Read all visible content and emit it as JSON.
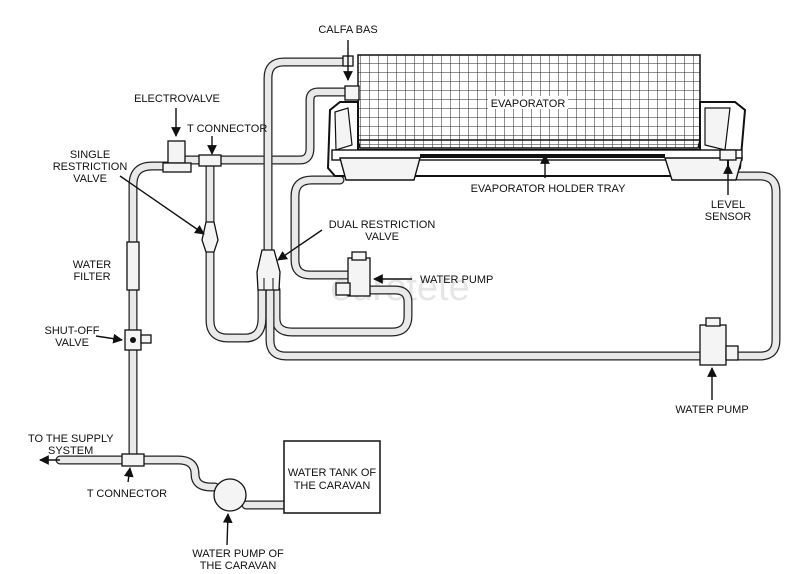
{
  "labels": {
    "calfa_bas": "CALFA BAS",
    "evaporator": "EVAPORATOR",
    "electrovalve": "ELECTROVALVE",
    "t_connector_top": "T CONNECTOR",
    "single_restriction_1": "SINGLE",
    "single_restriction_2": "RESTRICTION",
    "single_restriction_3": "VALVE",
    "evaporator_holder_tray": "EVAPORATOR HOLDER TRAY",
    "level_sensor_1": "LEVEL",
    "level_sensor_2": "SENSOR",
    "dual_restriction_1": "DUAL RESTRICTION",
    "dual_restriction_2": "VALVE",
    "water_filter_1": "WATER",
    "water_filter_2": "FILTER",
    "water_pump_center": "WATER PUMP",
    "shutoff_1": "SHUT-OFF",
    "shutoff_2": "VALVE",
    "water_pump_right": "WATER PUMP",
    "supply_1": "TO THE SUPPLY",
    "supply_2": "SYSTEM",
    "t_connector_bottom": "T CONNECTOR",
    "tank_1": "WATER TANK OF",
    "tank_2": "THE CARAVAN",
    "pump_caravan_1": "WATER PUMP OF",
    "pump_caravan_2": "THE CARAVAN",
    "watermark": "eurotete"
  }
}
